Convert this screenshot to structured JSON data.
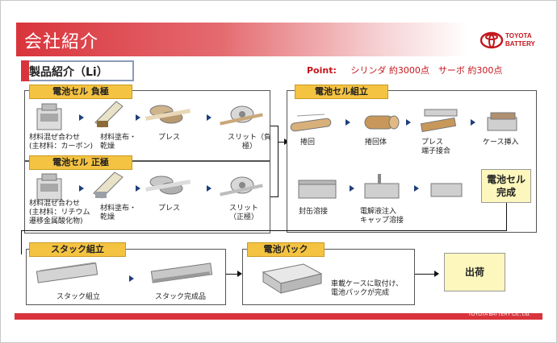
{
  "title": "会社紹介",
  "logo": {
    "line1": "TOYOTA",
    "line2": "BATTERY"
  },
  "product_title": "製品紹介（Li）",
  "point": {
    "label": "Point:",
    "text": "シリンダ 約3000点　サーボ 約300点"
  },
  "negative": {
    "label": "電池セル 負極",
    "steps": [
      "材料混ぜ合わせ\n(主材料：カーボン)",
      "材料塗布・\n乾燥",
      "プレス",
      "スリット（負\n極）"
    ]
  },
  "positive": {
    "label": "電池セル 正極",
    "steps": [
      "材料混ぜ合わせ\n(主材料：リチウム\n遷移金属酸化物)",
      "材料塗布・\n乾燥",
      "プレス",
      "スリット\n（正極）"
    ]
  },
  "assembly": {
    "label": "電池セル組立",
    "steps_row1": [
      "捲回",
      "捲回体",
      "プレス\n端子接合",
      "ケース挿入"
    ],
    "steps_row2": [
      "封缶溶接",
      "電解液注入\nキャップ溶接"
    ]
  },
  "cell_done": "電池セル\n完成",
  "stack": {
    "label": "スタック組立",
    "steps": [
      "スタック組立",
      "スタック完成品"
    ]
  },
  "pack": {
    "label": "電池パック",
    "desc": "車載ケースに取付け、\n電池パックが完成"
  },
  "ship": "出荷",
  "footer": "TOYOTA BATTERY Co., Ltd.",
  "colors": {
    "accent": "#d9343c",
    "label_bg": "#f5c342",
    "done_bg": "#fdf7bd",
    "arrow": "#1e3f7a"
  }
}
